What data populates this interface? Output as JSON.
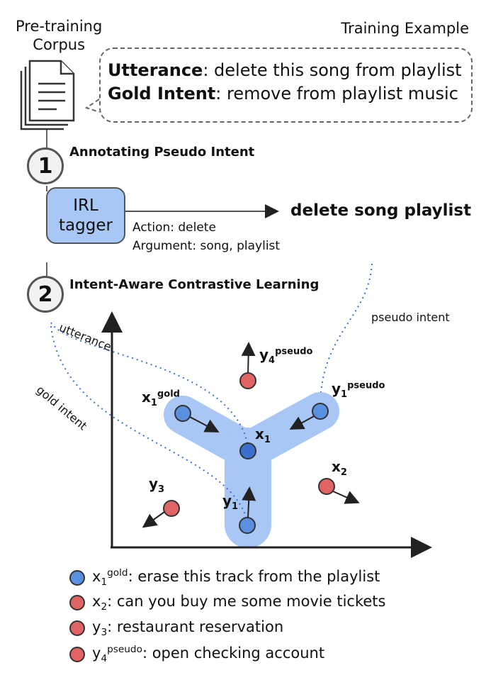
{
  "corpus": {
    "title_line1": "Pre-training",
    "title_line2": "Corpus",
    "icon": "document-stack-icon"
  },
  "training_example": {
    "title": "Training Example",
    "utterance_key": "Utterance",
    "utterance_value": ": delete this song from playlist",
    "gold_key": "Gold Intent",
    "gold_value": ": remove from playlist music"
  },
  "step1": {
    "number": "1",
    "title": "Annotating Pseudo Intent",
    "tagger_line1": "IRL",
    "tagger_line2": "tagger",
    "action": "Action: delete",
    "argument": "Argument: song, playlist",
    "output": "delete song playlist"
  },
  "step2": {
    "number": "2",
    "title": "Intent-Aware Contrastive Learning",
    "curve_labels": {
      "utterance": "utterance",
      "gold_intent": "gold intent",
      "pseudo_intent": "pseudo intent"
    },
    "points": {
      "x1gold": {
        "base": "x",
        "sub": "1",
        "sup": "gold"
      },
      "x1": {
        "base": "x",
        "sub": "1"
      },
      "y1": {
        "base": "y",
        "sub": "1"
      },
      "y1pseudo": {
        "base": "y",
        "sub": "1",
        "sup": "pseudo"
      },
      "y4pseudo": {
        "base": "y",
        "sub": "4",
        "sup": "pseudo"
      },
      "x2": {
        "base": "x",
        "sub": "2"
      },
      "y3": {
        "base": "y",
        "sub": "3"
      }
    },
    "legend": [
      {
        "base": "x",
        "sub": "1",
        "sup": "gold",
        "text": ": erase this track from the playlist",
        "color": "#5b8fe0"
      },
      {
        "base": "x",
        "sub": "2",
        "sup": "",
        "text": ": can you buy me some movie tickets",
        "color": "#e06464"
      },
      {
        "base": "y",
        "sub": "3",
        "sup": "",
        "text": ": restaurant reservation",
        "color": "#e06464"
      },
      {
        "base": "y",
        "sub": "4",
        "sup": "pseudo",
        "text": ": open checking account",
        "color": "#e06464"
      }
    ]
  },
  "colors": {
    "blue_point": "#5b8fe0",
    "dark_blue_point": "#3a6fd0",
    "red_point": "#e06464",
    "highlight": "#a9c7f5",
    "panel_bg": "#f2f2f2"
  }
}
